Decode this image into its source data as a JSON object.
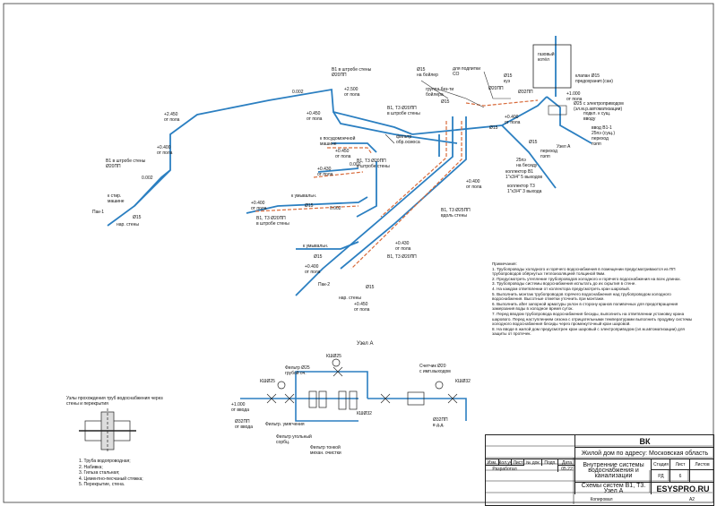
{
  "labels": {
    "b1_wall_top": "В1 в штробе стены\nØ20ПП",
    "top_0002": "0.002",
    "top_2500": "+2.500\nот пола",
    "top_2450": "+2.450\nот пола",
    "top_0450": "+0.450\nот пола",
    "left_0400": "+0.400\nот пола",
    "b1_wall_left": "В1 в штробе стены\nØ20ПП",
    "left_slope": "0.002",
    "to_shower": "к стир.\nмашине",
    "pak1": "Пак-1",
    "d15_left": "Ø15",
    "outer_wall_left": "нар. стены",
    "dishwasher": "к посудомоечной\nмашине",
    "filter_osm": "фильтр\nобр.осмоса",
    "mid_0450": "+0.450\nот пола",
    "mid_0002": "0.002",
    "mid_0430": "+0.430\nот пола",
    "b1t3_mid": "В1, Т3 Ø20ПП\nв штробе стены",
    "mid_0400": "+0.400\nот пола",
    "to_sink": "к умывальн.",
    "d15_mid": "Ø15",
    "b1t3_wall": "В1, Т3 Ø20ПП\nв штробе стены",
    "mid_0002b": "0.002",
    "b1t3_top": "В1, Т3 Ø20ПП\nв штробе стены",
    "prep_sg": "для подпитки\nСО",
    "d15_boiler": "Ø15\nна бойлер",
    "group_boiler": "группа без-ти\nбойлера",
    "d15_group": "Ø15",
    "d20pp": "Ø20ПП",
    "d15_knee": "Ø15\nкуз",
    "d32pp": "Ø32ПП",
    "hot_boiler": "газовый\nкотёл",
    "valve15": "клапан Ø15\nпредохранит.(сан)",
    "p1000": "+1.000\nот пола",
    "ball_valve": "Ø25 с электроприводом\n(эл.м.р.автоматизации)",
    "fill_service": "подкл. к сущ.\nвводу",
    "input_b1": "ввод В1-1\n25пэ (сущ.)\nпереход\nпэпп",
    "node_a_lbl": "Узел А",
    "transit": "переход\nпэпп",
    "collector_b1": "коллектор В1\n1\"х3/4\" 5 выходов",
    "collector_t3": "коллектор Т3\n1\"х3/4\" 3 выхода",
    "d25_vessel": "25пэ\nна бесиду",
    "mid_0400b": "+0.400\nот пола",
    "mid_0400c": "+0.400\nот пола",
    "d15_coll": "Ø15",
    "d15_coll2": "Ø15",
    "b1t3_along": "В1, Т3 Ø25ПП\nвдоль стены",
    "to_sink2": "к умывальн.",
    "d15_low": "Ø15",
    "low_0430": "+0.430\nот пола",
    "low_0400": "+0.400\nот пола",
    "b1t3_low": "В1, Т3 Ø20ПП",
    "pak2": "Пак-2",
    "d15_low2": "Ø15",
    "outer_wall_low": "нар. стены",
    "low_0450": "+0.450\nот пола",
    "node_a": "Узел А",
    "kshch25_top": "КШØ25",
    "filter25": "Фильтр Ø25\nгрубой оч.",
    "kshch25_left": "КШØ25",
    "p1000b": "+1.000\nот ввода",
    "d32_left": "Ø32ПП\nот ввода",
    "filter_soft": "Фильтр. умягчения",
    "filter_carbon": "Фильтр угольный\nсорбц.",
    "filter_fine": "Фильтр тонкой\nмехан. очистки",
    "counter20": "Счетчик Ø20\nс имп.выходом",
    "kshch32_r": "КШØ32",
    "kshch32_low": "КШØ32",
    "d32_right": "Ø32ПП\nв д.д.",
    "node_pass_title": "Узлы прохождения труб водоснабжения  через\nстены и перекрытия",
    "legend_items": [
      "1. Труба водопроводная;",
      "2. Набивка;",
      "3. Гильза стальная;",
      "4. Цементно-песчаный стяжка;",
      "5. Перекрытие, стена."
    ]
  },
  "notes": {
    "title": "Примечания:",
    "items": [
      "1. Трубопроводы холодного и горячего водоснабжения в помещении предусматриваются из ПП трубопроводов обёрнутых теплоизоляцией толщиной 9мм.",
      "2. Предусмотреть утепление трубопроводов холодного и горячего водоснабжения на всех длинах.",
      "3. Трубопроводы системы водоснабжения испытать до их скрытия в стене.",
      "4. На каждом ответвлении от коллектора предусмотреть кран шаровый.",
      "5. Выполнить монтаж трубопроводов горячего водоснабжения над трубопроводом холодного водоснабжения. Высотные отметки уточнить при монтаже.",
      "6. Выполнить after запорной арматуры уклон в сторону кранов поливочных для предотвращения замерзания воды в холодное время суток.",
      "7. Перед вводом трубопровода водоснабжения бесиды, выполнить на ответвлении установку крана шарового. Перед наступлением сезона с отрицательными температурами выполнить продувку системы холодного водоснабжения бесиды через промежуточный кран шаровой.",
      "8. На вводе в жилой дом предусмотрен кран шаровый с электроприводом (эл.м.автоматизации) для защиты от протечек."
    ]
  },
  "stamp": {
    "code": "ВК",
    "address": "Жилой дом по адресу: Московская область",
    "col_izm": "Изм.",
    "col_kol": "Кол.уч",
    "col_list": "Лист",
    "col_doc": "№ док.",
    "col_sign": "Подп.",
    "col_date": "Дата",
    "developed": "Разработал",
    "date": "05.22",
    "system": "Внутренние системы\nводоснабжения и канализации",
    "stage_h": "Стадия",
    "sheet_h": "Лист",
    "sheets_h": "Листов",
    "stage": "РД",
    "sheet": "6",
    "sheets": "",
    "scheme": "Схемы систем В1, Т3. Узел А",
    "brand": "ESYSPRO.RU",
    "copied": "Копировал",
    "format": "A2"
  },
  "colors": {
    "cold": "#2b7fc1",
    "hot": "#d86a3a",
    "line": "#222222"
  }
}
